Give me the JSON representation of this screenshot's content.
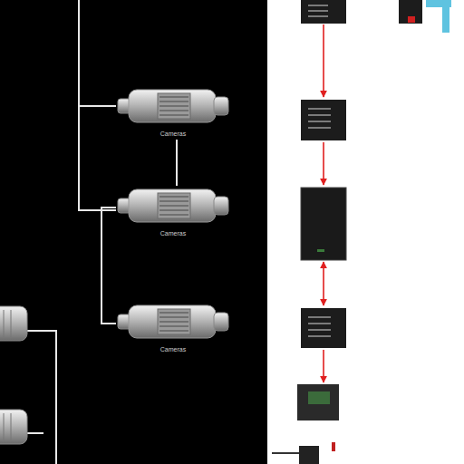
{
  "diagram": {
    "nodes": [
      {
        "text": [
          "Cameras"
        ]
      },
      {
        "text": [
          "Cameras"
        ]
      },
      {
        "text": [
          "Cameras"
        ]
      }
    ],
    "edges": [
      {
        "from": 0,
        "to": 1,
        "arrow": "none"
      },
      {
        "from": 1,
        "to": 2,
        "arrow": "none"
      }
    ]
  }
}
